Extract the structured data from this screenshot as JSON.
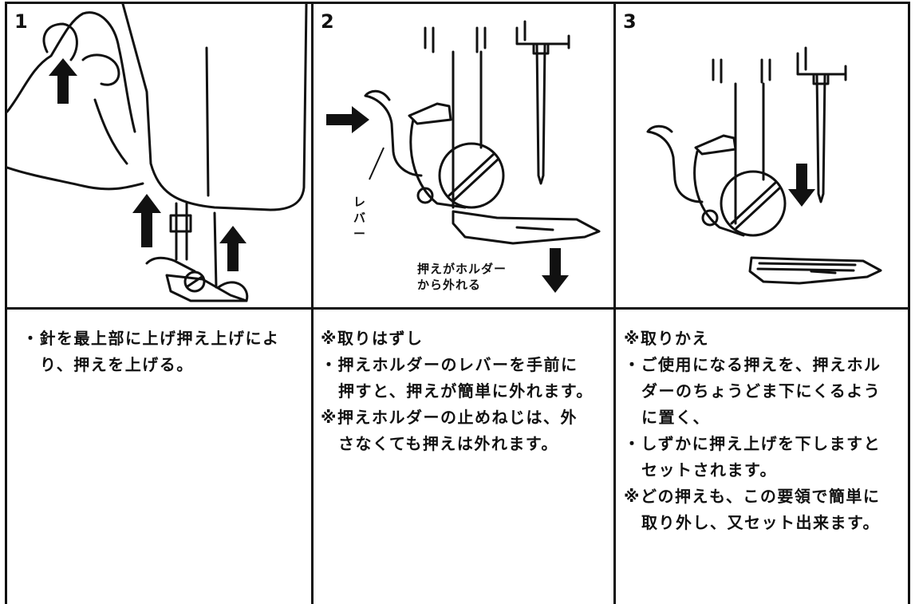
{
  "panels": [
    {
      "number": "1"
    },
    {
      "number": "2",
      "lever_label": [
        "レ",
        "バ",
        "ー"
      ],
      "annotation": [
        "押えがホルダー",
        "から外れる"
      ]
    },
    {
      "number": "3"
    }
  ],
  "captions": [
    {
      "lines": [
        "・針を最上部に上げ押え上げによ",
        "り、押えを上げる。"
      ]
    },
    {
      "heading": "※取りはずし",
      "lines": [
        "・押えホルダーのレバーを手前に",
        "押すと、押えが簡単に外れます。",
        "※押えホルダーの止めねじは、外",
        "さなくても押えは外れます。"
      ]
    },
    {
      "heading": "※取りかえ",
      "lines": [
        "・ご使用になる押えを、押えホル",
        "ダーのちょうどま下にくるよう",
        "に置く、",
        "・しずかに押え上げを下しますと",
        "セットされます。",
        "※どの押えも、この要領で簡単に",
        "取り外し、又セット出来ます。"
      ]
    }
  ],
  "colors": {
    "ink": "#111111",
    "paper": "#ffffff"
  }
}
